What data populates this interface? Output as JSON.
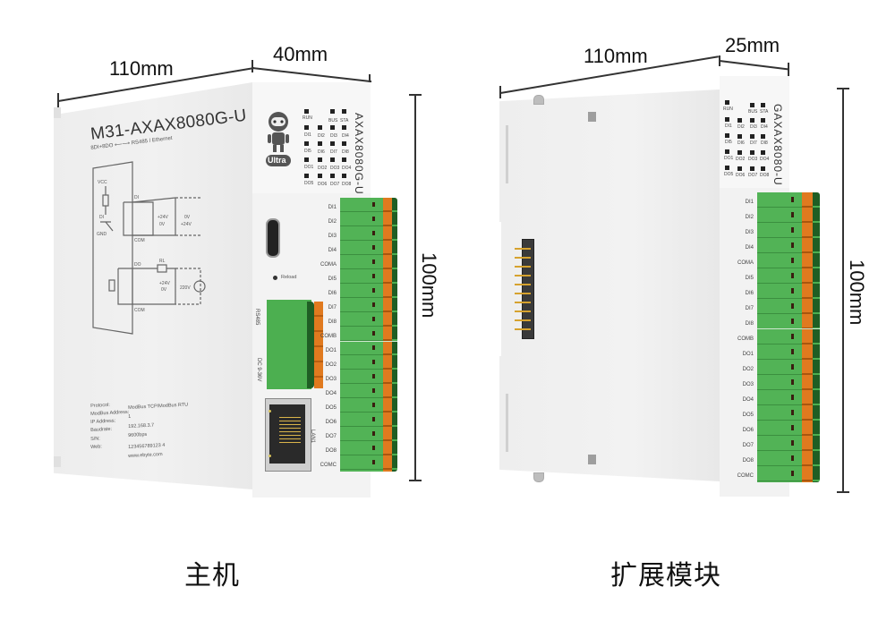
{
  "dimensions": {
    "host": {
      "length": "110mm",
      "width": "40mm",
      "height": "100mm"
    },
    "expansion": {
      "length": "110mm",
      "width": "25mm",
      "height": "100mm"
    }
  },
  "captions": {
    "host": "主机",
    "expansion": "扩展模块"
  },
  "host": {
    "model": "M31-AXAX8080G-U",
    "subtitle": "8DI+8DO ⟵⟶ RS485 / Ethernet",
    "front_model": "AXAX8080G-U",
    "badge": "Ultra",
    "leds": [
      [
        "RUN",
        "",
        "BUS",
        "STA"
      ],
      [
        "DI1",
        "DI2",
        "DI3",
        "DI4"
      ],
      [
        "DI5",
        "DI6",
        "DI7",
        "DI8"
      ],
      [
        "DO1",
        "DO2",
        "DO3",
        "DO4"
      ],
      [
        "DO5",
        "DO6",
        "DO7",
        "DO8"
      ]
    ],
    "reload_label": "Reload",
    "rs485_label": "RS485",
    "dc_label": "DC 9-36V",
    "lan_label": "LAN1",
    "terminal_labels": [
      "DI1",
      "DI2",
      "DI3",
      "DI4",
      "COMA",
      "DI5",
      "DI6",
      "DI7",
      "DI8",
      "COMB",
      "DO1",
      "DO2",
      "DO3",
      "DO4",
      "DO5",
      "DO6",
      "DO7",
      "DO8",
      "COMC"
    ],
    "schematic": {
      "labels": [
        "VCC",
        "DI",
        "GND",
        "DI",
        "+24V",
        "0V",
        "0V",
        "+24V",
        "COM",
        "DO",
        "RL",
        "+24V",
        "0V",
        "220V",
        "COM"
      ]
    },
    "info": {
      "rows": [
        {
          "label": "Protocol:",
          "value": "ModBus TCP/ModBus RTU"
        },
        {
          "label": "ModBus Address:",
          "value": "1"
        },
        {
          "label": "IP Address:",
          "value": "192.168.3.7"
        },
        {
          "label": "Baudrate:",
          "value": "9600bps"
        },
        {
          "label": "S/N:",
          "value": "123456789123 4"
        },
        {
          "label": "Web:",
          "value": "www.ebyte.com"
        }
      ]
    }
  },
  "expansion": {
    "front_model": "GAXAX8080-U",
    "leds": [
      [
        "RUN",
        "",
        "BUS",
        "STA"
      ],
      [
        "DI1",
        "DI2",
        "DI3",
        "DI4"
      ],
      [
        "DI5",
        "DI6",
        "DI7",
        "DI8"
      ],
      [
        "DO1",
        "DO2",
        "DO3",
        "DO4"
      ],
      [
        "DO5",
        "DO6",
        "DO7",
        "DO8"
      ]
    ],
    "terminal_labels": [
      "DI1",
      "DI2",
      "DI3",
      "DI4",
      "COMA",
      "DI5",
      "DI6",
      "DI7",
      "DI8",
      "COMB",
      "DO1",
      "DO2",
      "DO3",
      "DO4",
      "DO5",
      "DO6",
      "DO7",
      "DO8",
      "COMC"
    ]
  },
  "colors": {
    "terminal_green": "#4caf50",
    "terminal_orange": "#e07a1f",
    "housing": "#f2f2f2",
    "text": "#111111"
  }
}
